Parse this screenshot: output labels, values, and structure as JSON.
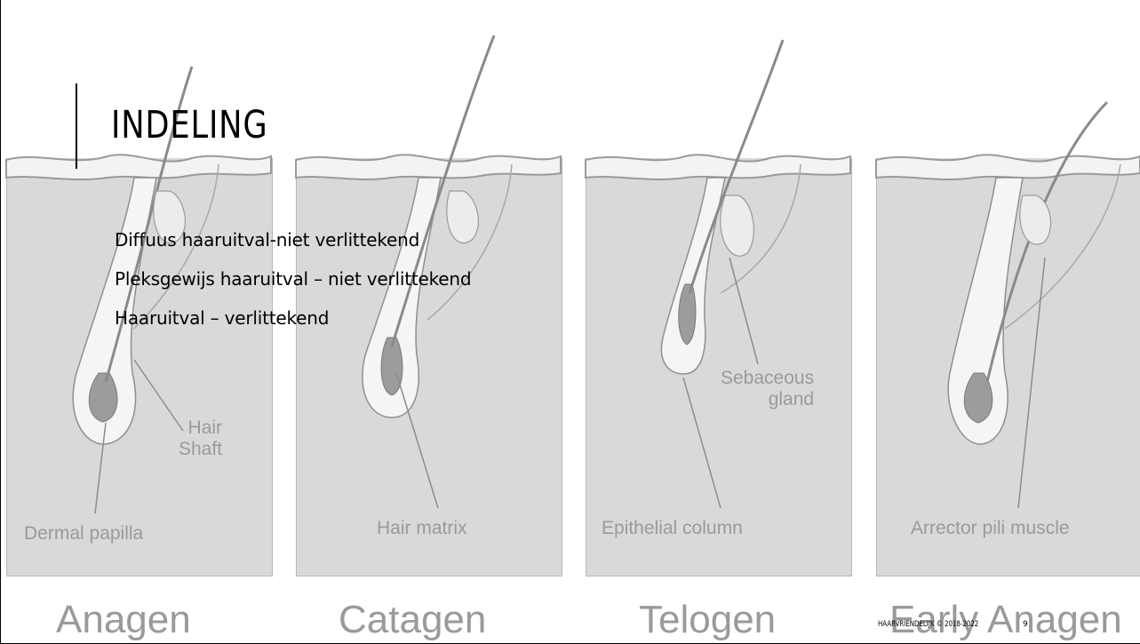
{
  "slide": {
    "title": "INDELING",
    "bullets": [
      "Diffuus haaruitval-niet verlittekend",
      "Pleksgewijs haaruitval – niet verlittekend",
      "Haaruitval – verlittekend"
    ],
    "footer": "HAARVRIENDELIJK © 2018-2022",
    "page_number": "9"
  },
  "illustration": {
    "labels": {
      "hair_shaft": "Hair\nShaft",
      "dermal_papilla": "Dermal papilla",
      "hair_matrix": "Hair matrix",
      "sebaceous_gland": "Sebaceous\ngland",
      "epithelial_column": "Epithelial column",
      "arrector_pili_muscle": "Arrector pili muscle"
    },
    "stages": [
      "Anagen",
      "Catagen",
      "Telogen",
      "Early Anagen"
    ]
  },
  "colors": {
    "panel": "#d9d9d9",
    "label_gray": "#9a9a9a",
    "text": "#000000"
  }
}
